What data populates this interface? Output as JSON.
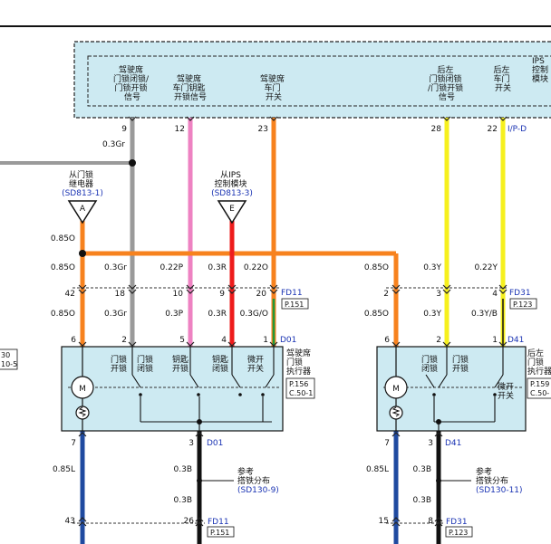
{
  "colors": {
    "orange": "#f7821e",
    "gray": "#9a9a9a",
    "pink": "#ee82c2",
    "red": "#ee1c1c",
    "yellow": "#f6f01e",
    "yellow_stripe": "#111111",
    "green": "#1f9a3a",
    "blue_wire": "#1f4aa0",
    "black_wire": "#111111",
    "module_fill": "#cdeaf2",
    "connector_text": "#1a33b3"
  },
  "ips_module": {
    "label_lines": [
      "IPS",
      "控制",
      "模块"
    ],
    "connector_id": "I/P-D",
    "pins": [
      {
        "label_lines": [
          "驾驶席",
          "门锁闭锁/",
          "门锁开锁",
          "信号"
        ],
        "pin": "9"
      },
      {
        "label_lines": [
          "驾驶席",
          "车门钥匙",
          "开锁信号"
        ],
        "pin": "12"
      },
      {
        "label_lines": [
          "驾驶席",
          "车门",
          "开关"
        ],
        "pin": "23"
      },
      {
        "label_lines": [
          "后左",
          "门锁闭锁",
          "/门锁开锁",
          "信号"
        ],
        "pin": "28"
      },
      {
        "label_lines": [
          "后左",
          "车门",
          "开关"
        ],
        "pin": "22"
      }
    ]
  },
  "feed_labels": {
    "from_relay": {
      "lines": [
        "从门锁",
        "继电器"
      ],
      "ref": "(SD813-1)",
      "symbol": "A"
    },
    "from_ips": {
      "lines": [
        "从IPS",
        "控制模块"
      ],
      "ref": "(SD813-3)",
      "symbol": "E"
    }
  },
  "wire_labels": {
    "gray_top": "0.3Gr",
    "orange_a": "0.85O",
    "row1": [
      "0.85O",
      "0.3Gr",
      "0.22P",
      "0.3R",
      "0.22O",
      "0.85O",
      "0.3Y",
      "0.22Y"
    ],
    "row2": [
      "0.85O",
      "0.3Gr",
      "0.3P",
      "0.3R",
      "0.3G/O",
      "0.85O",
      "0.3Y",
      "0.3Y/B"
    ],
    "bottom_left": [
      "0.85L",
      "0.3B",
      "0.3B"
    ],
    "bottom_right": [
      "0.85L",
      "0.3B",
      "0.3B"
    ]
  },
  "connectors": {
    "fd11_pins": [
      "42",
      "18",
      "10",
      "9",
      "20"
    ],
    "fd11_id": "FD11",
    "fd11_ref": "P.151",
    "fd31_pins": [
      "2",
      "3",
      "4"
    ],
    "fd31_id": "FD31",
    "fd31_ref": "P.123",
    "d01_pins": [
      "6",
      "2",
      "5",
      "4",
      "1"
    ],
    "d01_id": "D01",
    "d41_pins": [
      "6",
      "2",
      "1"
    ],
    "d41_id": "D41",
    "d01_bottom_pins": [
      "7",
      "3"
    ],
    "d41_bottom_pins": [
      "7",
      "3"
    ],
    "fd11_bottom_pins": [
      "43",
      "26"
    ],
    "fd31_bottom_pins": [
      "15",
      "8"
    ]
  },
  "driver_actuator": {
    "title_lines": [
      "驾驶席",
      "门锁",
      "执行器"
    ],
    "page_ref": "P.156",
    "coord_ref": "C.50-1",
    "switch_labels": [
      [
        "门锁",
        "开锁"
      ],
      [
        "门锁",
        "闭锁"
      ],
      [
        "钥匙",
        "开锁"
      ],
      [
        "钥匙",
        "闭锁"
      ],
      [
        "微开",
        "开关"
      ]
    ]
  },
  "rear_actuator": {
    "title_lines": [
      "后左",
      "门锁",
      "执行器"
    ],
    "page_ref": "P.159",
    "coord_ref": "C.50-",
    "switch_labels": [
      [
        "门锁",
        "闭锁"
      ],
      [
        "门锁",
        "开锁"
      ],
      [
        "微开",
        "开关"
      ]
    ]
  },
  "ground_notes": {
    "left": {
      "lines": [
        "参考",
        "搭铁分布"
      ],
      "ref": "(SD130-9)"
    },
    "right": {
      "lines": [
        "参考",
        "搭铁分布"
      ],
      "ref": "(SD130-11)"
    }
  },
  "left_edge_refs": [
    "30",
    "10-5"
  ],
  "motor_label": "M"
}
